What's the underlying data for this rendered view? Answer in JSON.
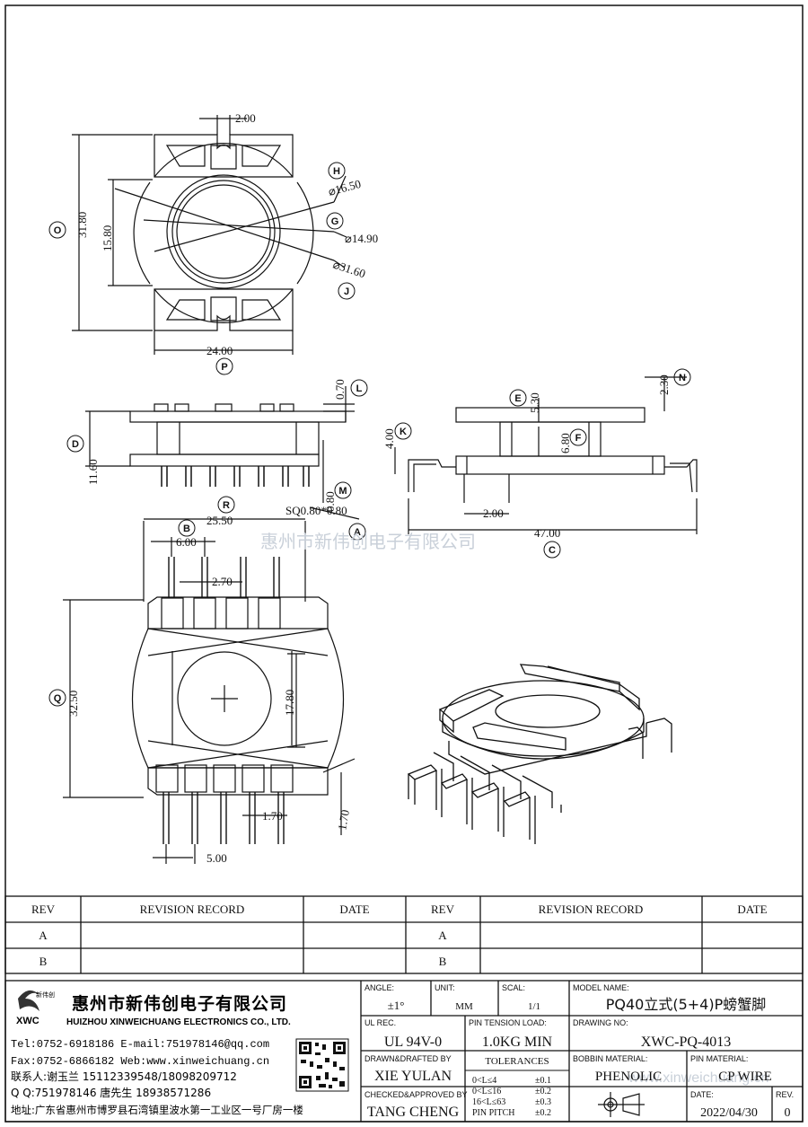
{
  "watermark": "惠州市新伟创电子有限公司",
  "watermark_url": "www.xinweichuang.cn",
  "dimensions": {
    "top_view": {
      "slot_width": "2.00",
      "overall_height": "31.80",
      "inner_height": "15.80",
      "width": "24.00",
      "h_dia": "⌀16.50",
      "g_dia": "⌀14.90",
      "j_dia": "⌀31.60"
    },
    "side_view": {
      "flange": "0.70",
      "height": "11.60",
      "pin_len": "0.80",
      "pin_square": "SQ0.80*0.80",
      "row_width": "25.50"
    },
    "front_view": {
      "e": "5.30",
      "n": "2.30",
      "k": "4.00",
      "f": "6.80",
      "pin_offset": "2.00",
      "total": "47.00"
    },
    "bottom_view": {
      "pin_pitch_top": "6.00",
      "pin_gap": "2.70",
      "height": "32.50",
      "core": "17.80",
      "pin_width": "1.70",
      "side": "1.70",
      "pitch_bottom": "5.00"
    }
  },
  "callouts": {
    "H": "H",
    "G": "G",
    "J": "J",
    "O": "O",
    "P": "P",
    "L": "L",
    "D": "D",
    "M": "M",
    "A": "A",
    "E": "E",
    "N": "N",
    "K": "K",
    "F": "F",
    "C": "C",
    "R": "R",
    "B": "B",
    "Q": "Q"
  },
  "revision_table": {
    "headers": [
      "REV",
      "REVISION RECORD",
      "DATE",
      "REV",
      "REVISION RECORD",
      "DATE"
    ],
    "rows": [
      {
        "left_rev": "A",
        "right_rev": "A"
      },
      {
        "left_rev": "B",
        "right_rev": "B"
      }
    ]
  },
  "company": {
    "name_cn": "惠州市新伟创电子有限公司",
    "name_en": "HUIZHOU XINWEICHUANG ELECTRONICS CO., LTD.",
    "logo_text": "XWC",
    "logo_cn": "新伟创",
    "tel": "Tel:0752-6918186 E-mail:751978146@qq.com",
    "fax": "Fax:0752-6866182 Web:www.xinweichuang.cn",
    "contact": "联系人:谢玉兰 15112339548/18098209712",
    "qq": "Q Q:751978146      唐先生 18938571286",
    "address": "地址:广东省惠州市博罗县石湾镇里波水第一工业区一号厂房一楼"
  },
  "title_block": {
    "angle_label": "ANGLE:",
    "angle_value": "±1°",
    "unit_label": "UNIT:",
    "unit_value": "MM",
    "scal_label": "SCAL:",
    "scal_value": "1/1",
    "model_label": "MODEL NAME:",
    "model_value": "PQ40立式(5+4)P螃蟹脚",
    "ul_label": "UL REC.",
    "ul_value": "UL 94V-0",
    "pin_tension_label": "PIN TENSION LOAD:",
    "pin_tension_value": "1.0KG MIN",
    "drawing_no_label": "DRAWING NO:",
    "drawing_no_value": "XWC-PQ-4013",
    "drawn_label": "DRAWN&DRAFTED BY",
    "drawn_value": "XIE YULAN",
    "tolerances_label": "TOLERANCES",
    "tol_rows": [
      {
        "range": "0<L≤4",
        "value": "±0.1"
      },
      {
        "range": "0<L≤16",
        "value": "±0.2"
      },
      {
        "range": "16<L≤63",
        "value": "±0.3"
      },
      {
        "range": "PIN PITCH",
        "value": "±0.2"
      }
    ],
    "bobbin_label": "BOBBIN MATERIAL:",
    "bobbin_value": "PHENOLIC",
    "pin_mat_label": "PIN MATERIAL:",
    "pin_mat_value": "CP WIRE",
    "checked_label": "CHECKED&APPROVED BY",
    "checked_value": "TANG CHENG",
    "date_label": "DATE:",
    "date_value": "2022/04/30",
    "rev_label": "REV.",
    "rev_value": "0"
  }
}
